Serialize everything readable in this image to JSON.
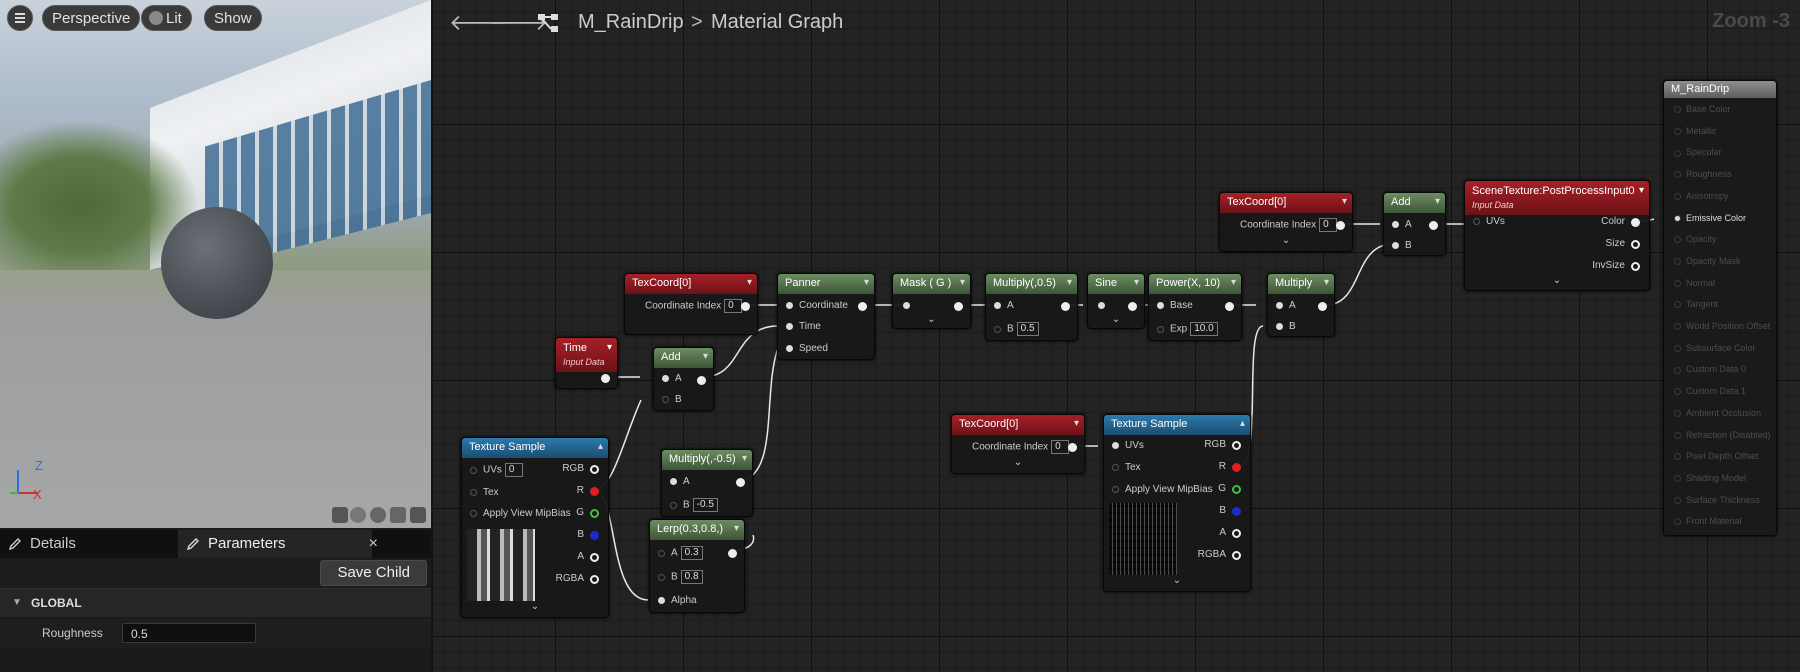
{
  "viewport": {
    "perspective_label": "Perspective",
    "lit_label": "Lit",
    "show_label": "Show",
    "axis_z": "Z",
    "axis_x": "X"
  },
  "panel": {
    "tabs": [
      {
        "label": "Details"
      },
      {
        "label": "Parameters"
      }
    ],
    "close_glyph": "×",
    "save_child_label": "Save Child",
    "group_label": "GLOBAL",
    "roughness_label": "Roughness",
    "roughness_value": "0.5"
  },
  "graph": {
    "breadcrumb_material": "M_RainDrip",
    "breadcrumb_sep": ">",
    "breadcrumb_graph": "Material Graph",
    "zoom_label": "Zoom -3"
  },
  "nodes": {
    "texcoord1": {
      "title": "TexCoord[0]",
      "coord_label": "Coordinate Index",
      "coord_value": "0"
    },
    "time": {
      "title": "Time",
      "subtitle": "Input Data"
    },
    "add1": {
      "title": "Add",
      "a": "A",
      "b": "B"
    },
    "panner": {
      "title": "Panner",
      "coordinate": "Coordinate",
      "time": "Time",
      "speed": "Speed"
    },
    "mask": {
      "title": "Mask ( G )"
    },
    "multiply1": {
      "title": "Multiply(,0.5)",
      "a": "A",
      "b": "B",
      "b_value": "0.5"
    },
    "sine": {
      "title": "Sine"
    },
    "power": {
      "title": "Power(X, 10)",
      "base": "Base",
      "exp": "Exp",
      "exp_value": "10.0"
    },
    "multiply2": {
      "title": "Multiply",
      "a": "A",
      "b": "B"
    },
    "texcoord2": {
      "title": "TexCoord[0]",
      "coord_label": "Coordinate Index",
      "coord_value": "0"
    },
    "add2": {
      "title": "Add",
      "a": "A",
      "b": "B"
    },
    "scenetex": {
      "title": "SceneTexture:PostProcessInput0",
      "subtitle": "Input Data",
      "uvs": "UVs",
      "color": "Color",
      "size": "Size",
      "invsize": "InvSize"
    },
    "texsample1": {
      "title": "Texture Sample",
      "uvs": "UVs",
      "uvs_value": "0",
      "tex": "Tex",
      "mip": "Apply View MipBias",
      "rgb": "RGB",
      "r": "R",
      "g": "G",
      "b": "B",
      "a": "A",
      "rgba": "RGBA"
    },
    "multiply3": {
      "title": "Multiply(,-0.5)",
      "a": "A",
      "b": "B",
      "b_value": "-0.5"
    },
    "lerp": {
      "title": "Lerp(0.3,0.8,)",
      "a": "A",
      "a_value": "0.3",
      "b": "B",
      "b_value": "0.8",
      "alpha": "Alpha"
    },
    "texcoord3": {
      "title": "TexCoord[0]",
      "coord_label": "Coordinate Index",
      "coord_value": "0"
    },
    "texsample2": {
      "title": "Texture Sample",
      "uvs": "UVs",
      "tex": "Tex",
      "mip": "Apply View MipBias",
      "rgb": "RGB",
      "r": "R",
      "g": "G",
      "b": "B",
      "a": "A",
      "rgba": "RGBA"
    },
    "material": {
      "title": "M_RainDrip",
      "pins": [
        "Base Color",
        "Metallic",
        "Specular",
        "Roughness",
        "Anisotropy",
        "Emissive Color",
        "Opacity",
        "Opacity Mask",
        "Normal",
        "Tangent",
        "World Position Offset",
        "Subsurface Color",
        "Custom Data 0",
        "Custom Data 1",
        "Ambient Occlusion",
        "Refraction (Disabled)",
        "Pixel Depth Offset",
        "Shading Model",
        "Surface Thickness",
        "Front Material"
      ]
    }
  },
  "colors": {
    "accent_blue": "#2c7aad",
    "input_red": "#a62027",
    "math_green": "#6c8d62"
  }
}
